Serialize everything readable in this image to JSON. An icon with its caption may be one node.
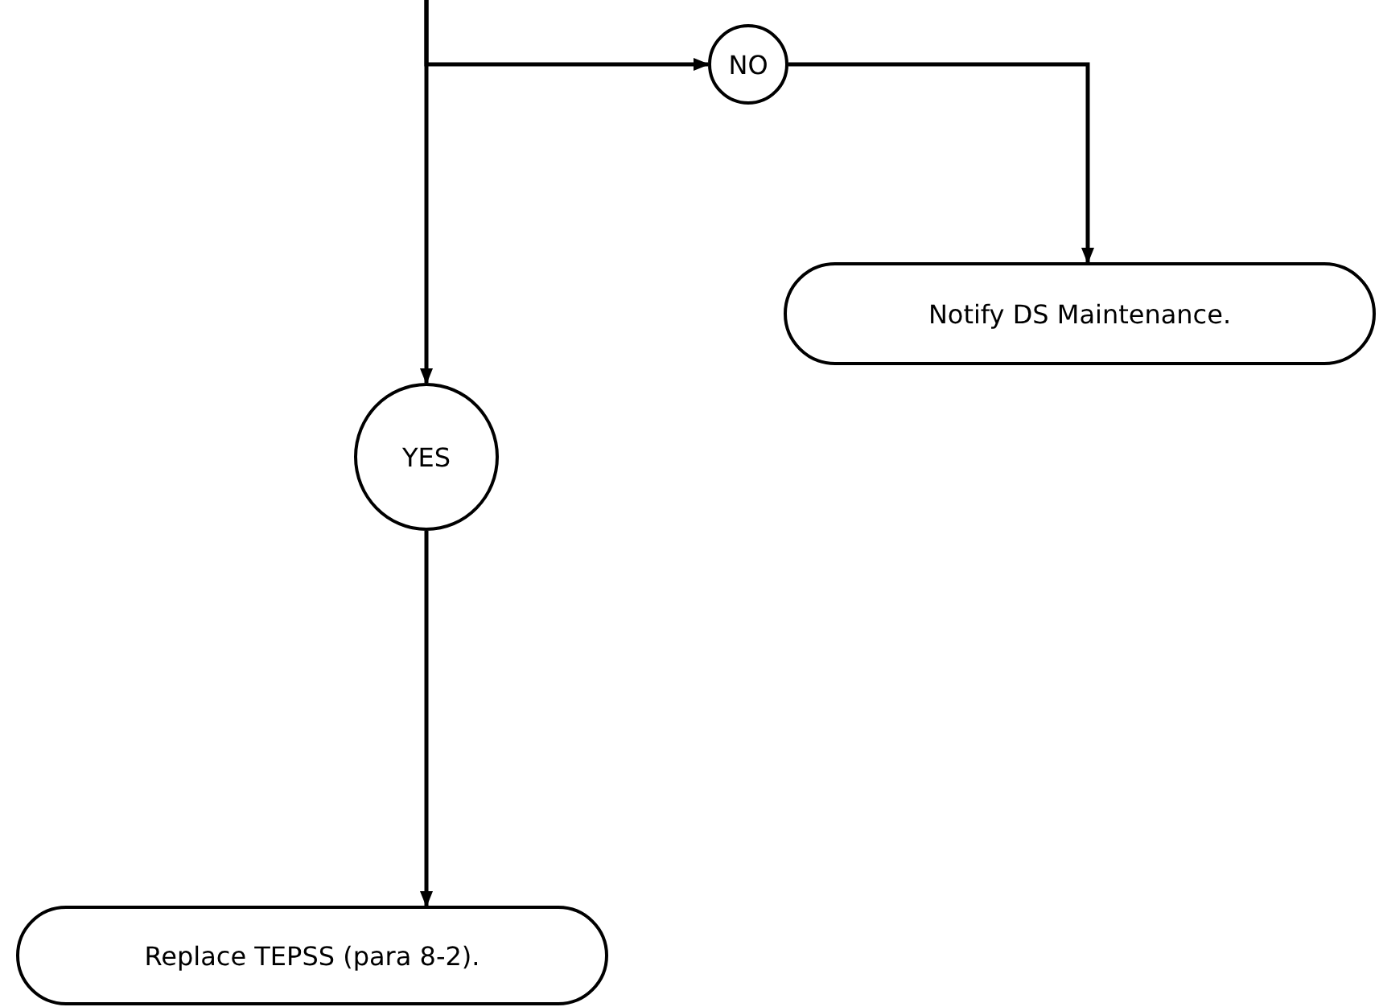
{
  "diagram": {
    "nodes": [
      {
        "text": [
          "NO"
        ]
      },
      {
        "text": [
          "YES"
        ]
      },
      {
        "text": [
          "Notify DS Maintenance."
        ]
      },
      {
        "text": [
          "Replace TEPSS (para 8-2)."
        ]
      }
    ],
    "edges": [
      {
        "from": null,
        "to": 0,
        "arrow": "to"
      },
      {
        "from": null,
        "to": 1,
        "arrow": "to"
      },
      {
        "from": 0,
        "to": 2,
        "arrow": "to"
      },
      {
        "from": 1,
        "to": 3,
        "arrow": "to"
      }
    ]
  }
}
